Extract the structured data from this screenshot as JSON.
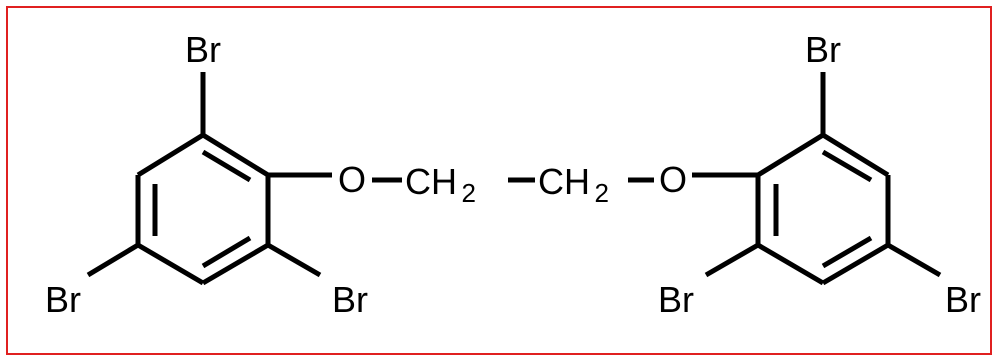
{
  "frame_color": "#e02020",
  "bond_color": "#000000",
  "labels": {
    "br_top_left": "Br",
    "br_left": "Br",
    "br_bottom_left": "Br",
    "o_left": "O",
    "ch2_left": "CH",
    "ch2_left_sub": "2",
    "ch2_right": "CH",
    "ch2_right_sub": "2",
    "o_right": "O",
    "br_top_right": "Br",
    "br_bottom_right": "Br",
    "br_right": "Br"
  }
}
